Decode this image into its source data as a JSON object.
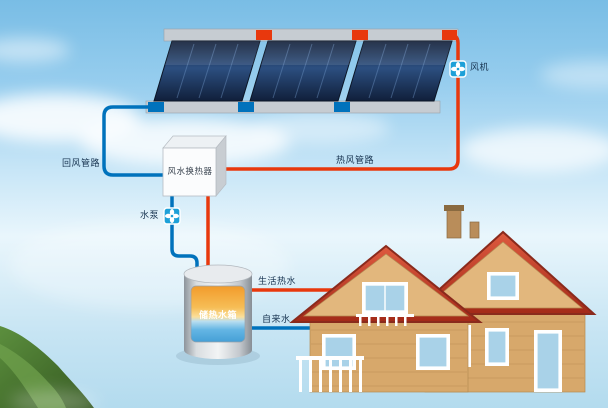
{
  "labels": {
    "fan": "风机",
    "hot_air_pipe": "热风管路",
    "return_air_pipe": "回风管路",
    "heat_exchanger": "风水换热器",
    "water_pump": "水泵",
    "storage_tank": "储热水箱",
    "domestic_hot_water": "生活热水",
    "tap_water": "自来水"
  },
  "colors": {
    "hot_pipe": "#e8380d",
    "cold_pipe": "#0072bc",
    "icon_blue": "#1da0d8",
    "collector_panel": "#1c3356",
    "tank_hot_water": "#f5a93c",
    "tank_cold_water": "#5fb4e5",
    "house_roof": "#c7402c",
    "house_wall": "#d7a86b",
    "mountain_green": "#4c7c34",
    "sky_top": "#79bde5"
  }
}
